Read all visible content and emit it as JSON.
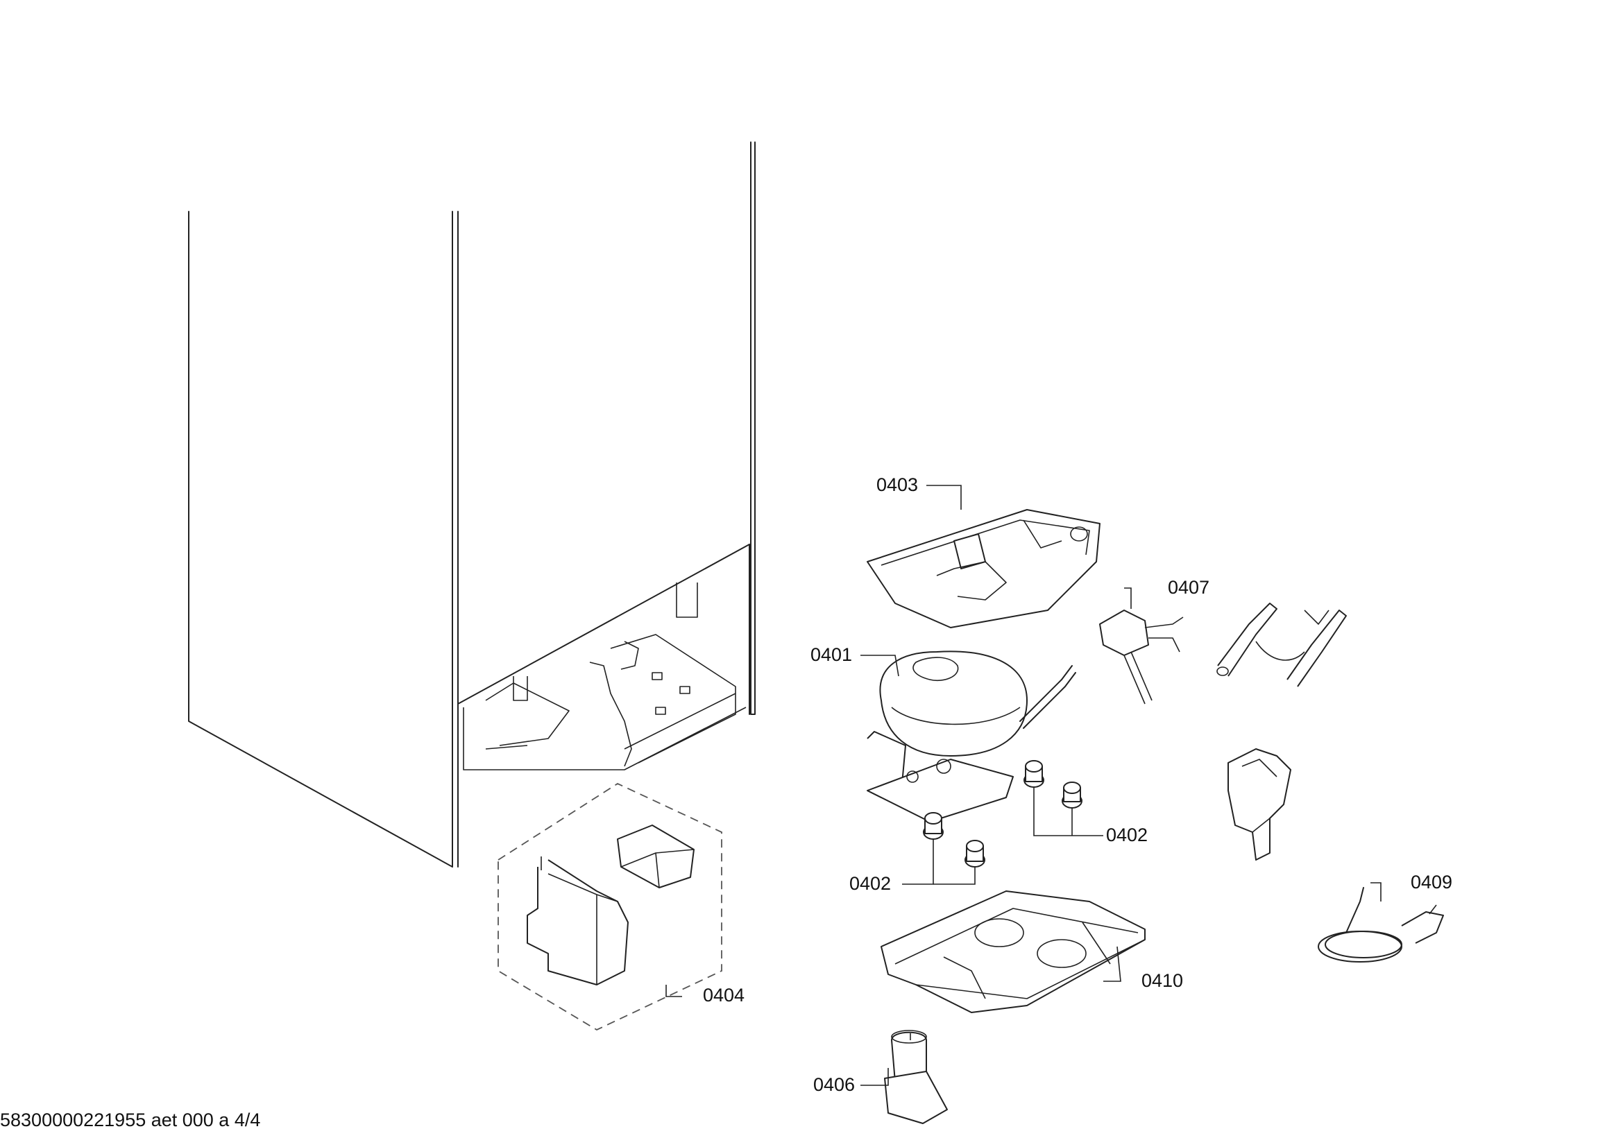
{
  "diagram": {
    "labels": {
      "p0401": "0401",
      "p0402a": "0402",
      "p0402b": "0402",
      "p0403": "0403",
      "p0404": "0404",
      "p0406": "0406",
      "p0407": "0407",
      "p0409": "0409",
      "p0410": "0410"
    },
    "footer": "58300000221955 aet 000 a 4/4"
  }
}
